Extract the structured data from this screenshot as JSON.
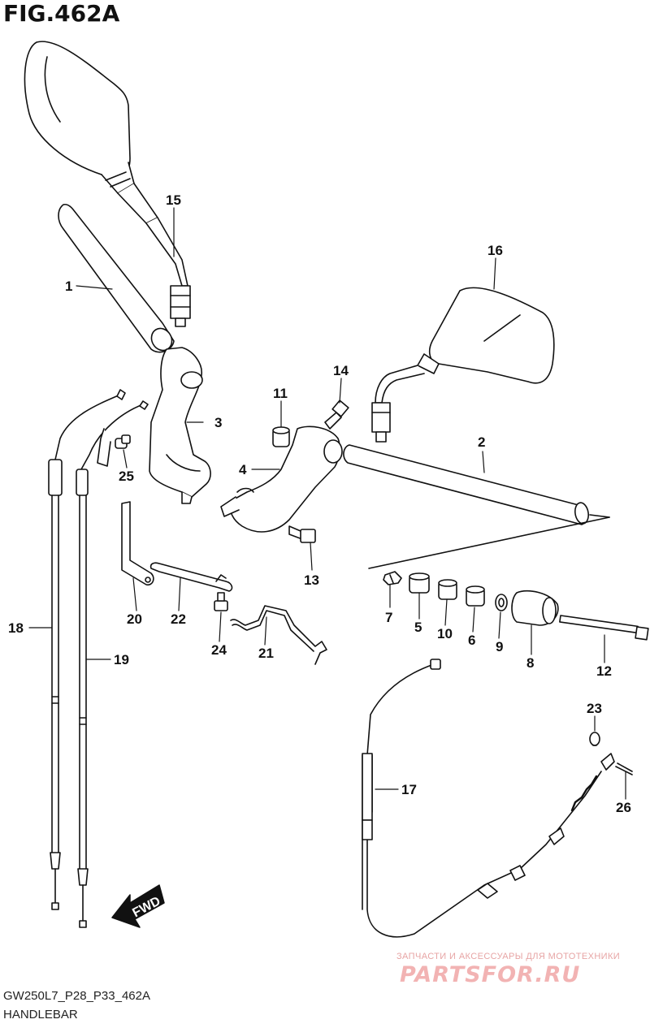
{
  "figure": {
    "title": "FIG.462A",
    "code": "GW250L7_P28_P33_462A",
    "name": "HANDLEBAR"
  },
  "watermark": {
    "tagline": "ЗАПЧАСТИ И АКСЕССУАРЫ ДЛЯ МОТОТЕХНИКИ",
    "brand": "PARTSFOR.RU"
  },
  "direction_arrow": {
    "label": "FWD"
  },
  "callouts": {
    "p1": "1",
    "p2": "2",
    "p3": "3",
    "p4": "4",
    "p5": "5",
    "p6": "6",
    "p7": "7",
    "p8": "8",
    "p9": "9",
    "p10": "10",
    "p11": "11",
    "p12": "12",
    "p13": "13",
    "p14": "14",
    "p15": "15",
    "p16": "16",
    "p17": "17",
    "p18": "18",
    "p19": "19",
    "p20": "20",
    "p21": "21",
    "p22": "22",
    "p23": "23",
    "p24": "24",
    "p25": "25",
    "p26": "26"
  }
}
